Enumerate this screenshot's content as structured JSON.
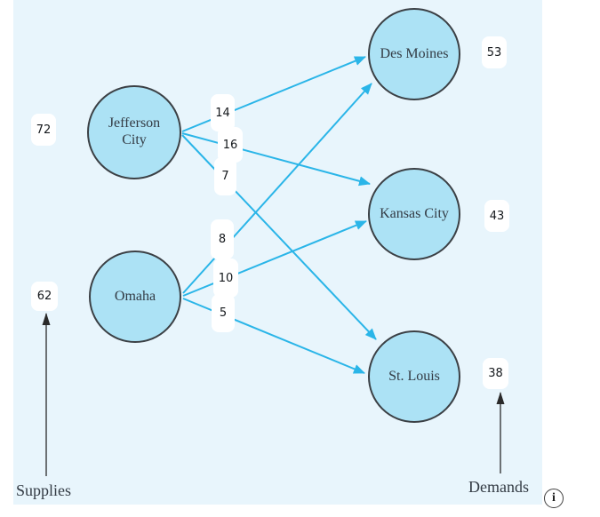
{
  "diagram_type": "transportation-network",
  "colors": {
    "panel_background": "#e8f5fc",
    "edge_accent": "#2ab5e8",
    "node_fill": "#ace2f5",
    "node_border": "#3b4045",
    "axis_arrow": "#2a2a2a"
  },
  "supply_nodes": [
    {
      "label": "Jefferson City",
      "supply": "72"
    },
    {
      "label": "Omaha",
      "supply": "62"
    }
  ],
  "demand_nodes": [
    {
      "label": "Des Moines",
      "demand": "53"
    },
    {
      "label": "Kansas City",
      "demand": "43"
    },
    {
      "label": "St. Louis",
      "demand": "38"
    }
  ],
  "edges": [
    {
      "from": "Jefferson City",
      "to": "Des Moines",
      "cost": "14"
    },
    {
      "from": "Jefferson City",
      "to": "Kansas City",
      "cost": "16"
    },
    {
      "from": "Jefferson City",
      "to": "St. Louis",
      "cost": "7"
    },
    {
      "from": "Omaha",
      "to": "Des Moines",
      "cost": "8"
    },
    {
      "from": "Omaha",
      "to": "Kansas City",
      "cost": "10"
    },
    {
      "from": "Omaha",
      "to": "St. Louis",
      "cost": "5"
    }
  ],
  "labels": {
    "supplies": "Supplies",
    "demands": "Demands"
  },
  "info": {
    "glyph": "i"
  }
}
